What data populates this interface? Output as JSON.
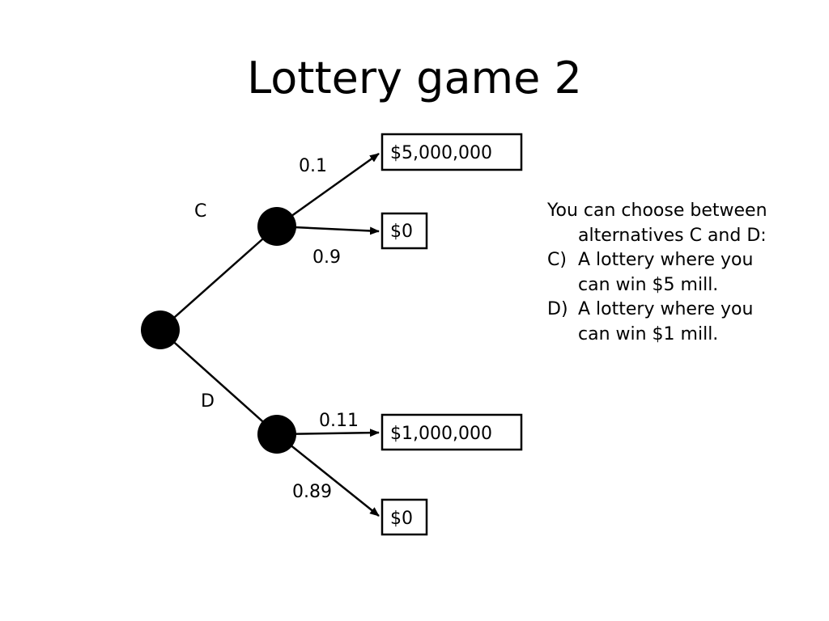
{
  "title": "Lottery game 2",
  "tree": {
    "branch_c_label": "C",
    "branch_d_label": "D",
    "c_outcomes": [
      {
        "probability": "0.1",
        "payoff": "$5,000,000"
      },
      {
        "probability": "0.9",
        "payoff": "$0"
      }
    ],
    "d_outcomes": [
      {
        "probability": "0.11",
        "payoff": "$1,000,000"
      },
      {
        "probability": "0.89",
        "payoff": "$0"
      }
    ]
  },
  "description": {
    "intro_line1": "You can choose between",
    "intro_line2": "alternatives C and D:",
    "option_c_marker": "C)",
    "option_c_line1": "A lottery where you",
    "option_c_line2": "can win $5 mill.",
    "option_d_marker": "D)",
    "option_d_line1": "A lottery where you",
    "option_d_line2": "can win $1 mill."
  }
}
